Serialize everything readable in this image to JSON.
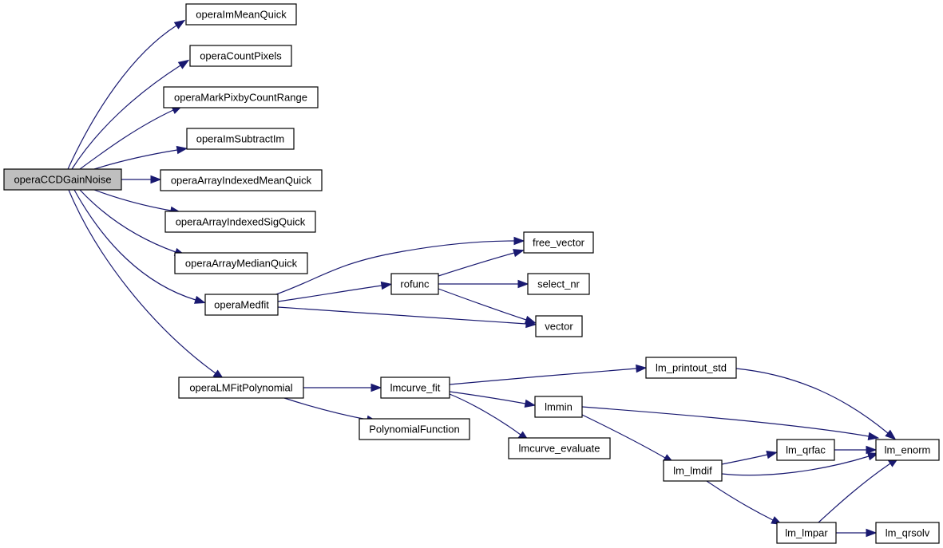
{
  "nodes": [
    {
      "id": "root",
      "label": "operaCCDGainNoise",
      "root": true
    },
    {
      "id": "meanquick",
      "label": "operaImMeanQuick"
    },
    {
      "id": "countpix",
      "label": "operaCountPixels"
    },
    {
      "id": "markpix",
      "label": "operaMarkPixbyCountRange"
    },
    {
      "id": "imsub",
      "label": "operaImSubtractIm"
    },
    {
      "id": "arrmean",
      "label": "operaArrayIndexedMeanQuick"
    },
    {
      "id": "arrsig",
      "label": "operaArrayIndexedSigQuick"
    },
    {
      "id": "arrmedian",
      "label": "operaArrayMedianQuick"
    },
    {
      "id": "medfit",
      "label": "operaMedfit"
    },
    {
      "id": "lmfitpoly",
      "label": "operaLMFitPolynomial"
    },
    {
      "id": "rofunc",
      "label": "rofunc"
    },
    {
      "id": "freevec",
      "label": "free_vector"
    },
    {
      "id": "selectnr",
      "label": "select_nr"
    },
    {
      "id": "vector",
      "label": "vector"
    },
    {
      "id": "lmcurvefit",
      "label": "lmcurve_fit"
    },
    {
      "id": "polyfunc",
      "label": "PolynomialFunction"
    },
    {
      "id": "printout",
      "label": "lm_printout_std"
    },
    {
      "id": "lmmin",
      "label": "lmmin"
    },
    {
      "id": "lmcurveeval",
      "label": "lmcurve_evaluate"
    },
    {
      "id": "enorm",
      "label": "lm_enorm"
    },
    {
      "id": "lmdif",
      "label": "lm_lmdif"
    },
    {
      "id": "qrfac",
      "label": "lm_qrfac"
    },
    {
      "id": "lmpar",
      "label": "lm_lmpar"
    },
    {
      "id": "qrsolv",
      "label": "lm_qrsolv"
    }
  ],
  "edges": [
    [
      "root",
      "meanquick"
    ],
    [
      "root",
      "countpix"
    ],
    [
      "root",
      "markpix"
    ],
    [
      "root",
      "imsub"
    ],
    [
      "root",
      "arrmean"
    ],
    [
      "root",
      "arrsig"
    ],
    [
      "root",
      "arrmedian"
    ],
    [
      "root",
      "medfit"
    ],
    [
      "root",
      "lmfitpoly"
    ],
    [
      "medfit",
      "freevec"
    ],
    [
      "medfit",
      "rofunc"
    ],
    [
      "medfit",
      "vector"
    ],
    [
      "rofunc",
      "freevec"
    ],
    [
      "rofunc",
      "selectnr"
    ],
    [
      "rofunc",
      "vector"
    ],
    [
      "lmfitpoly",
      "lmcurvefit"
    ],
    [
      "lmfitpoly",
      "polyfunc"
    ],
    [
      "lmcurvefit",
      "printout"
    ],
    [
      "lmcurvefit",
      "lmmin"
    ],
    [
      "lmcurvefit",
      "lmcurveeval"
    ],
    [
      "printout",
      "enorm"
    ],
    [
      "lmmin",
      "enorm"
    ],
    [
      "lmmin",
      "lmdif"
    ],
    [
      "lmdif",
      "qrfac"
    ],
    [
      "lmdif",
      "enorm"
    ],
    [
      "lmdif",
      "lmpar"
    ],
    [
      "qrfac",
      "enorm"
    ],
    [
      "lmpar",
      "enorm"
    ],
    [
      "lmpar",
      "qrsolv"
    ]
  ],
  "colors": {
    "edge": "#191970",
    "root_fill": "#bfbfbf",
    "node_fill": "#ffffff",
    "border": "#000000"
  }
}
